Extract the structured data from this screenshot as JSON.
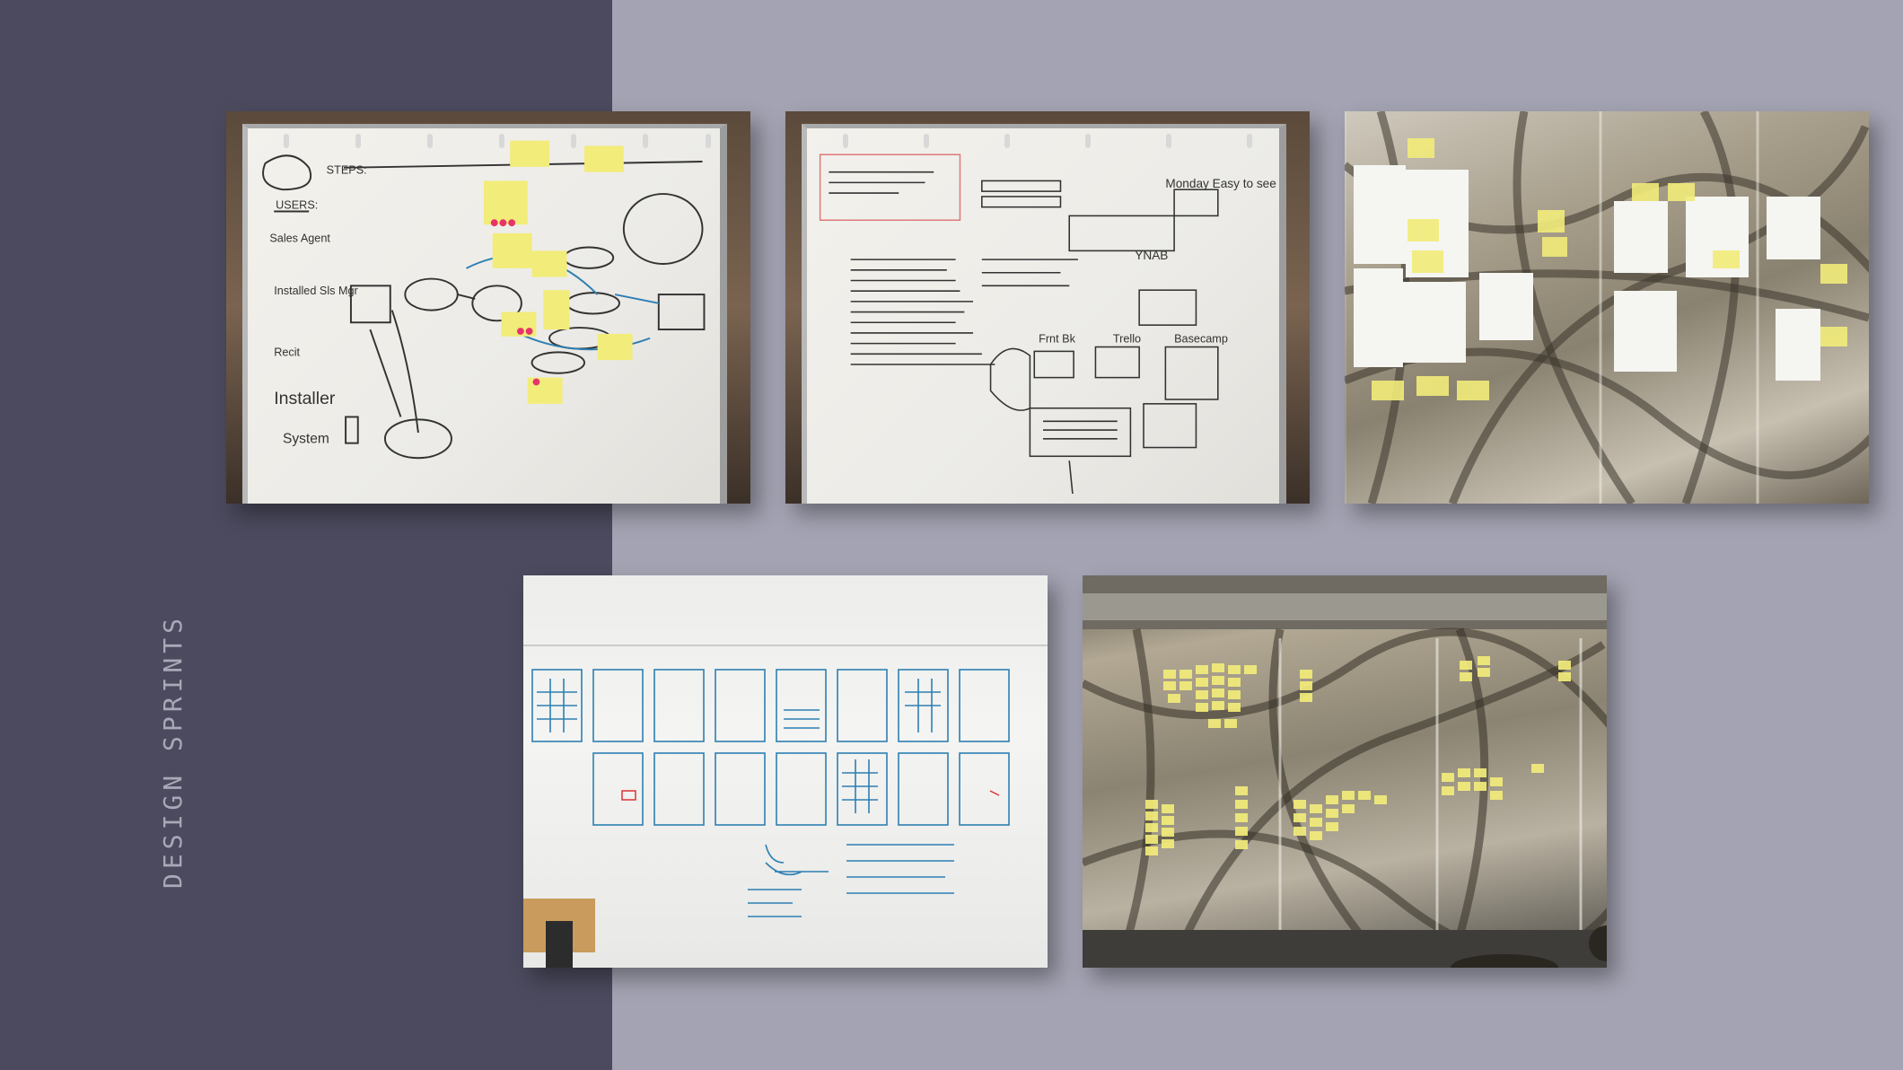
{
  "sidebar": {
    "title": "DESIGN SPRINTS"
  },
  "colors": {
    "left_panel": "#4b4a5e",
    "background": "#a3a3b3",
    "title_text": "#a9a8b7",
    "sticky_note": "#f2ec7a"
  },
  "photos": [
    {
      "name": "whiteboard-user-flow-photo"
    },
    {
      "name": "whiteboard-questions-sketches-photo"
    },
    {
      "name": "glass-wall-notes-photo"
    },
    {
      "name": "whiteboard-storyboard-photo"
    },
    {
      "name": "glass-wall-affinity-map-photo"
    }
  ]
}
